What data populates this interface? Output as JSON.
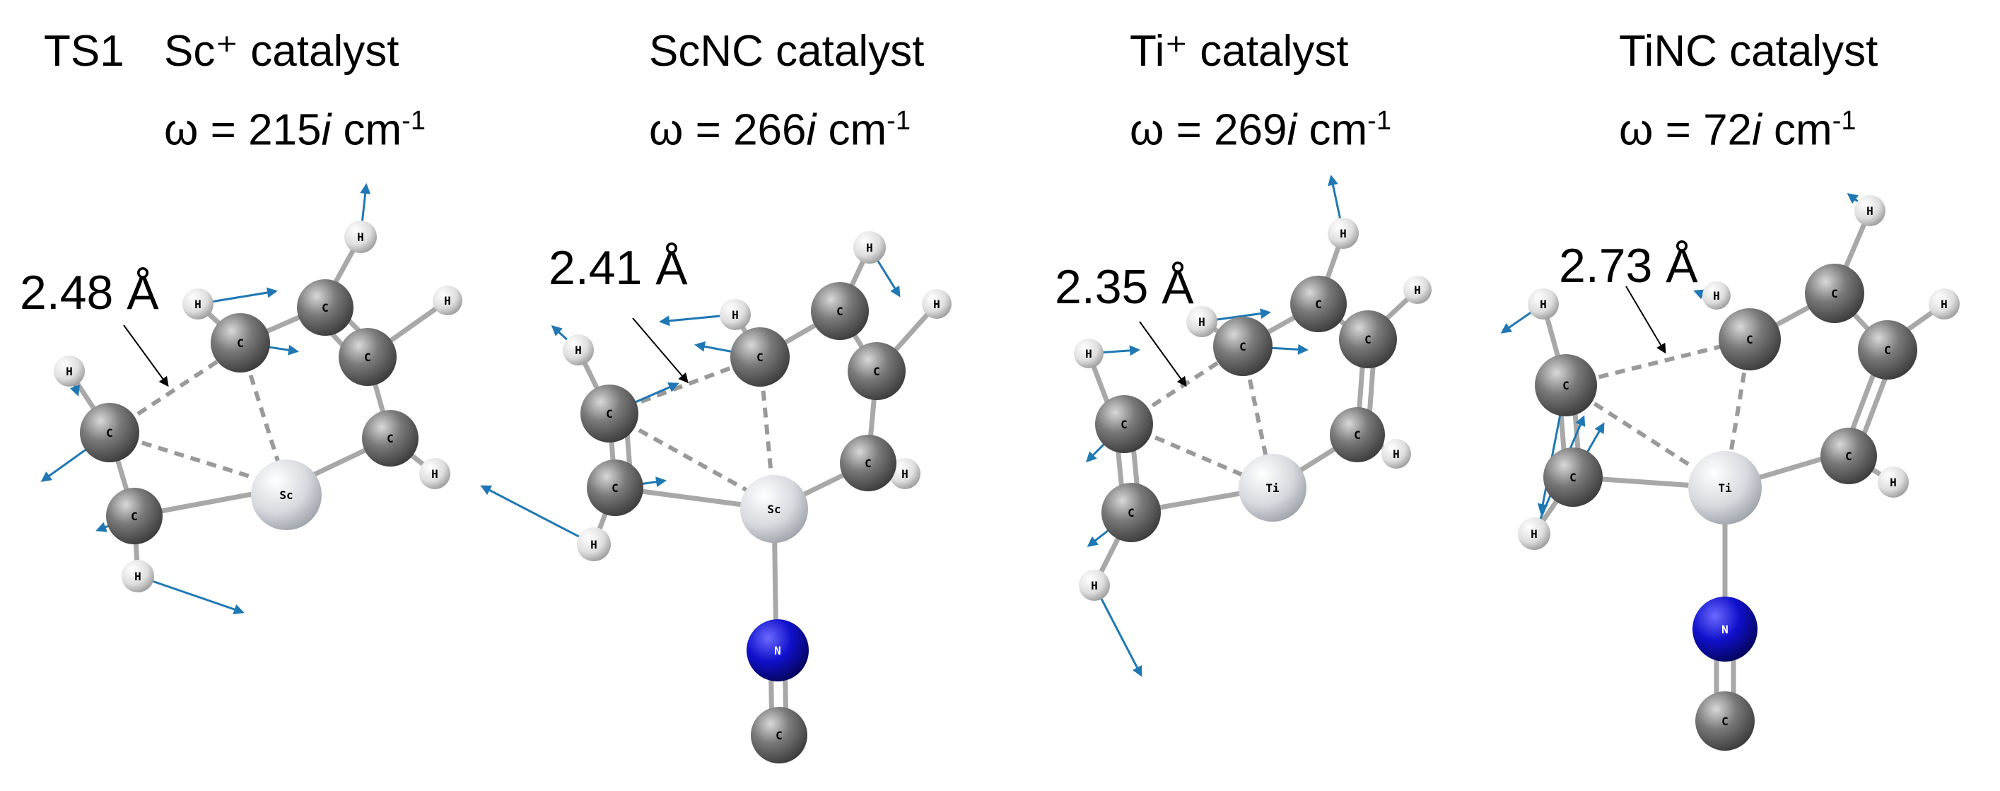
{
  "figure_label": "TS1",
  "panels": [
    {
      "title": "Sc⁺ catalyst",
      "freq_prefix": "ω = 215",
      "freq_i": "i",
      "freq_unit": " cm",
      "freq_sup": "-1",
      "distance": "2.48 Å"
    },
    {
      "title": "ScNC catalyst",
      "freq_prefix": "ω = 266",
      "freq_i": "i",
      "freq_unit": " cm",
      "freq_sup": "-1",
      "distance": "2.41 Å"
    },
    {
      "title": "Ti⁺ catalyst",
      "freq_prefix": "ω = 269",
      "freq_i": "i",
      "freq_unit": " cm",
      "freq_sup": "-1",
      "distance": "2.35 Å"
    },
    {
      "title": "TiNC catalyst",
      "freq_prefix": "ω = 72",
      "freq_i": "i",
      "freq_unit": " cm",
      "freq_sup": "-1",
      "distance": "2.73 Å"
    }
  ],
  "atom_labels": {
    "carbon": "C",
    "hydrogen": "H",
    "nitrogen": "N",
    "scandium": "Sc",
    "titanium": "Ti"
  },
  "colors": {
    "carbon": "#6e6e6e",
    "hydrogen": "#e6e6e6",
    "scandium": "#dcdcdc",
    "titanium": "#cfd4dc",
    "nitrogen": "#1010cc",
    "vector": "#1f78b4"
  }
}
